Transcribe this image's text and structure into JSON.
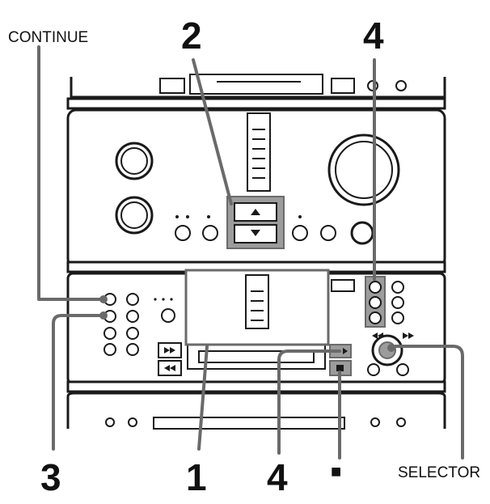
{
  "labels": {
    "continue": "CONTINUE",
    "num_2": "2",
    "num_4_top": "4",
    "num_3": "3",
    "num_1": "1",
    "num_4_bottom": "4",
    "stop_symbol": "■",
    "selector": "SELECTOR"
  },
  "icons": [
    "volume-up-icon",
    "volume-down-icon",
    "fast-forward-icon",
    "rewind-icon",
    "play-icon",
    "stop-icon",
    "skip-back-icon",
    "skip-forward-icon"
  ],
  "colors": {
    "line": "#1a1a1a",
    "callout": "#6a6a6a",
    "highlight": "#9c9c9c",
    "background": "#ffffff"
  }
}
